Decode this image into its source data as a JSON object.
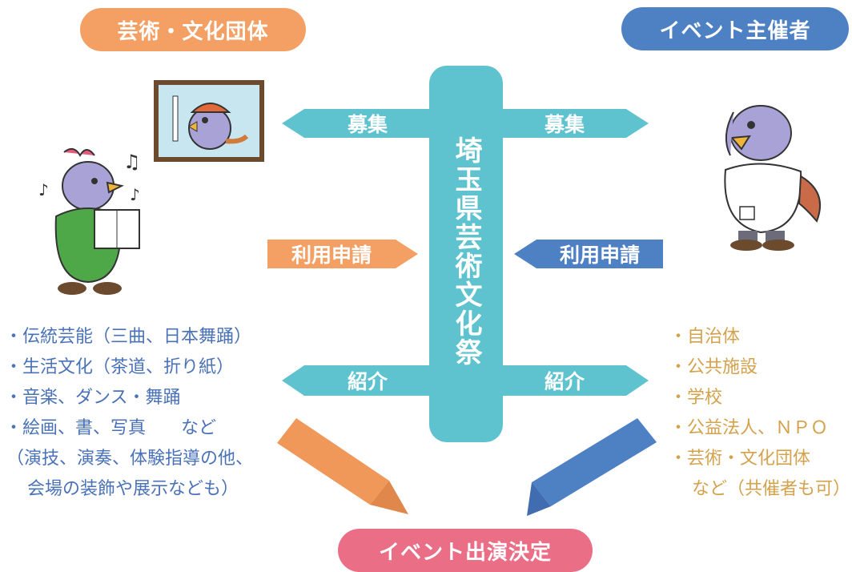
{
  "header": {
    "arts_group": "芸術・文化団体",
    "event_organizer": "イベント主催者"
  },
  "center": {
    "label": "埼玉県芸術文化祭"
  },
  "arrows": {
    "recruit_left": "募集",
    "recruit_right": "募集",
    "apply_left": "利用申請",
    "apply_right": "利用申請",
    "introduce_left": "紹介",
    "introduce_right": "紹介"
  },
  "arts_list": {
    "items": [
      "・伝統芸能（三曲、日本舞踊）",
      "・生活文化（茶道、折り紙）",
      "・音楽、ダンス・舞踊",
      "・絵画、書、写真　　など"
    ],
    "note_1": "（演技、演奏、体験指導の他、",
    "note_2": "会場の装飾や展示なども）"
  },
  "event_list": {
    "items": [
      "・自治体",
      "・公共施設",
      "・学校",
      "・公益法人、ＮＰＯ",
      "・芸術・文化団体"
    ],
    "note": "など（共催者も可）"
  },
  "footer": {
    "decision": "イベント出演決定"
  },
  "colors": {
    "orange": "#f4a064",
    "blue": "#4e80c4",
    "teal": "#5fc3cf",
    "pink": "#ea6e86",
    "gold": "#d4a24c"
  }
}
